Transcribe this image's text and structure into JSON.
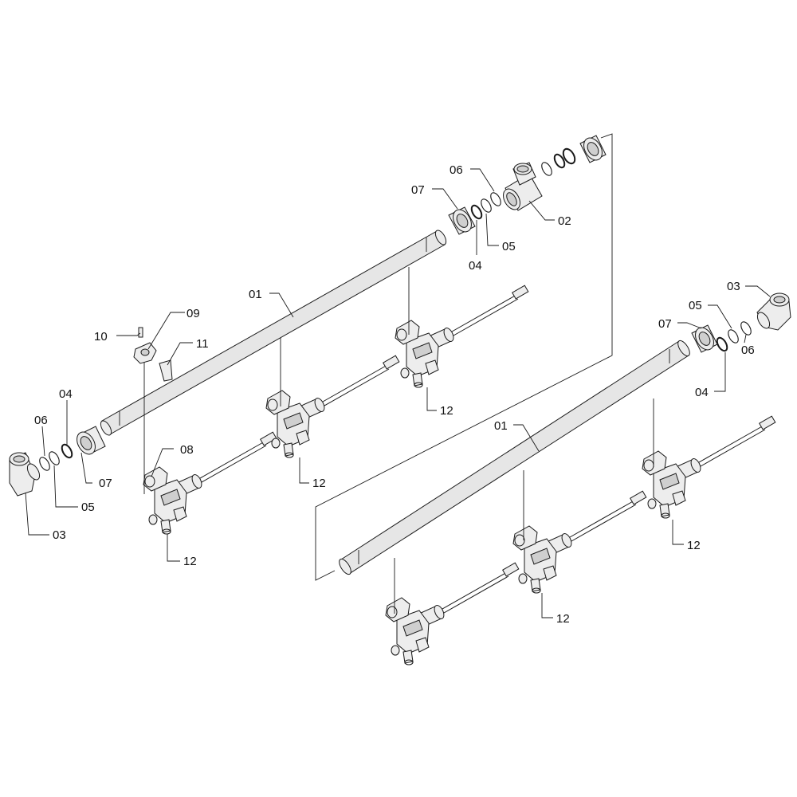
{
  "callouts": {
    "c01a": "01",
    "c01b": "01",
    "c02": "02",
    "c03a": "03",
    "c03b": "03",
    "c04a": "04",
    "c04b": "04",
    "c04c": "04",
    "c05a": "05",
    "c05b": "05",
    "c05c": "05",
    "c06a": "06",
    "c06b": "06",
    "c06c": "06",
    "c07a": "07",
    "c07b": "07",
    "c07c": "07",
    "c08": "08",
    "c09": "09",
    "c10": "10",
    "c11": "11",
    "c12a": "12",
    "c12b": "12",
    "c12c": "12",
    "c12d": "12",
    "c12e": "12"
  },
  "colors": {
    "line": "#1a1a1a",
    "part_fill": "#ededed",
    "background": "#ffffff"
  }
}
